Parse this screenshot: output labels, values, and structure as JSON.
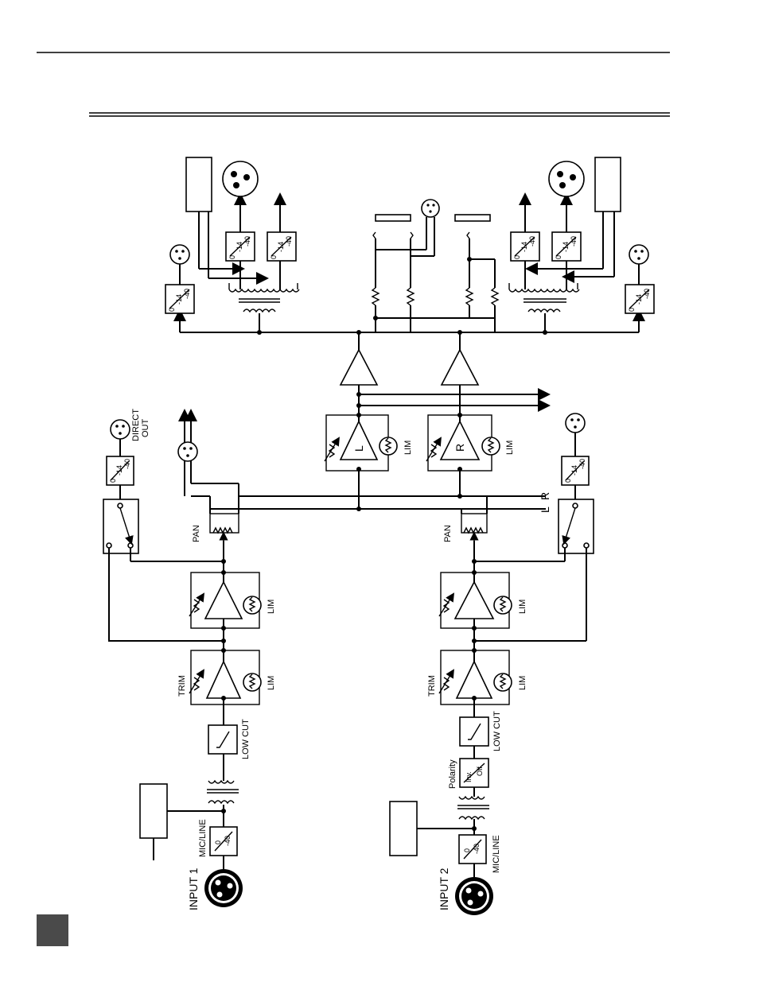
{
  "labels": {
    "input1": "INPUT 1",
    "input2": "INPUT 2",
    "mic_line": "MIC/LINE",
    "low_cut": "LOW CUT",
    "trim": "TRIM",
    "lim": "LIM",
    "pan": "PAN",
    "direct_out_1": "DIRECT",
    "direct_out_2": "OUT",
    "polarity": "Polarity",
    "polarity_inv": "Inv.",
    "polarity_off": "Off",
    "bus_l": "L",
    "bus_r": "R",
    "master_l": "L",
    "master_r": "R"
  },
  "attenuator": {
    "zero": "0",
    "mid": "-14",
    "max": "-40",
    "max_simple": "-40"
  },
  "colors": {
    "ink": "#000000",
    "page_box": "#4a4a4a"
  }
}
